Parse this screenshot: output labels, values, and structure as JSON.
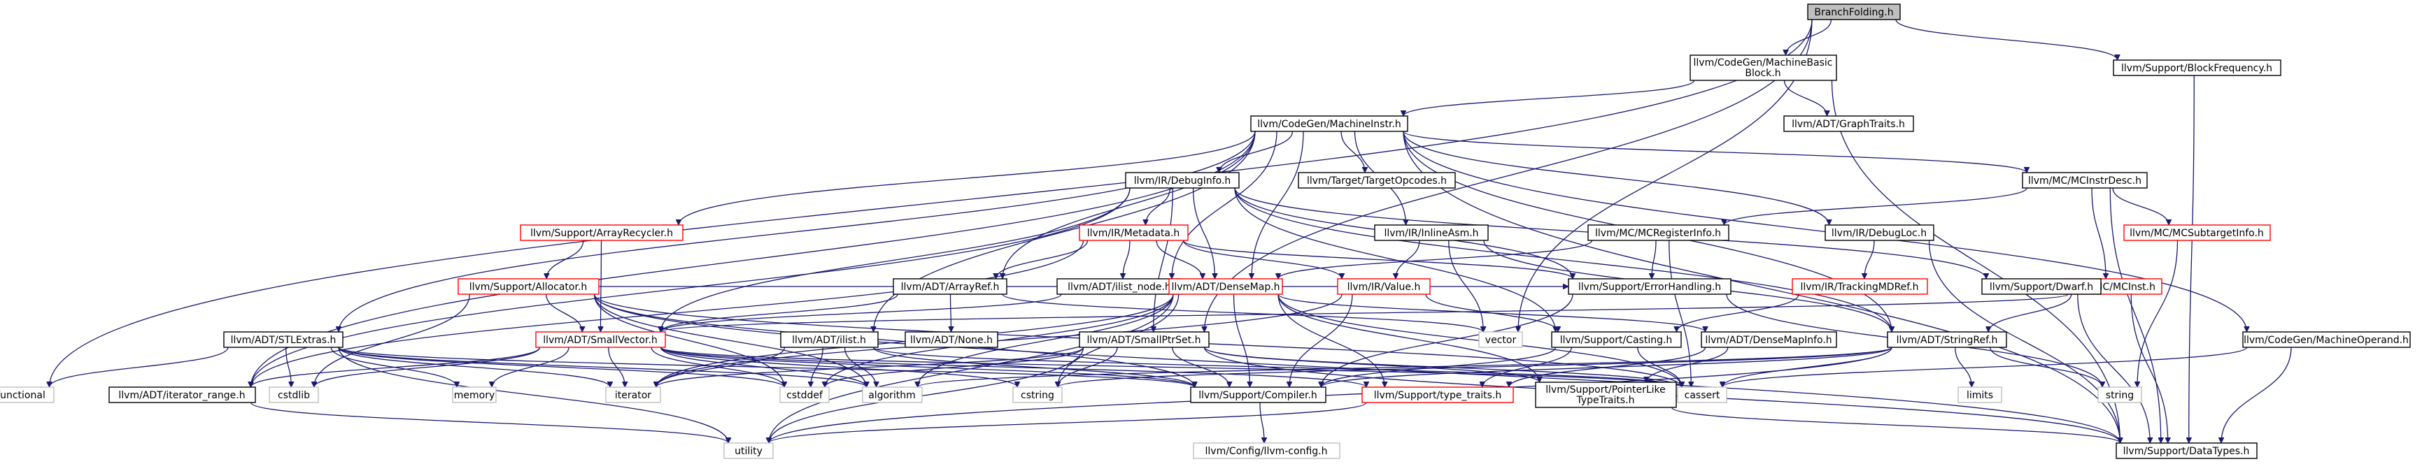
{
  "nodes": [
    {
      "id": "bf",
      "label": "BranchFolding.h",
      "style": "root"
    },
    {
      "id": "mbb",
      "label": "llvm/CodeGen/MachineBasic\nBlock.h",
      "style": "normal"
    },
    {
      "id": "bfreq",
      "label": "llvm/Support/BlockFrequency.h",
      "style": "normal"
    },
    {
      "id": "functional",
      "label": "functional",
      "style": "grey"
    },
    {
      "id": "mi",
      "label": "llvm/CodeGen/MachineInstr.h",
      "style": "normal"
    },
    {
      "id": "graphtraits",
      "label": "llvm/ADT/GraphTraits.h",
      "style": "normal"
    },
    {
      "id": "arrayrecycler",
      "label": "llvm/Support/ArrayRecycler.h",
      "style": "red"
    },
    {
      "id": "debuginfo",
      "label": "llvm/IR/DebugInfo.h",
      "style": "normal"
    },
    {
      "id": "targetopcodes",
      "label": "llvm/Target/TargetOpcodes.h",
      "style": "normal"
    },
    {
      "id": "inlineasm",
      "label": "llvm/IR/InlineAsm.h",
      "style": "normal"
    },
    {
      "id": "debugloc",
      "label": "llvm/IR/DebugLoc.h",
      "style": "normal"
    },
    {
      "id": "mcinstrdesc",
      "label": "llvm/MC/MCInstrDesc.h",
      "style": "normal"
    },
    {
      "id": "machineoperand",
      "label": "llvm/CodeGen/MachineOperand.h",
      "style": "normal"
    },
    {
      "id": "allocator",
      "label": "llvm/Support/Allocator.h",
      "style": "red"
    },
    {
      "id": "metadata",
      "label": "llvm/IR/Metadata.h",
      "style": "red"
    },
    {
      "id": "mcreginfo",
      "label": "llvm/MC/MCRegisterInfo.h",
      "style": "normal"
    },
    {
      "id": "trackingmdref",
      "label": "llvm/IR/TrackingMDRef.h",
      "style": "red"
    },
    {
      "id": "mcsubtarget",
      "label": "llvm/MC/MCSubtargetInfo.h",
      "style": "red"
    },
    {
      "id": "mcinst",
      "label": "llvm/MC/MCInst.h",
      "style": "red"
    },
    {
      "id": "stlextras",
      "label": "llvm/ADT/STLExtras.h",
      "style": "normal"
    },
    {
      "id": "arrayref",
      "label": "llvm/ADT/ArrayRef.h",
      "style": "normal"
    },
    {
      "id": "ilistnode",
      "label": "llvm/ADT/ilist_node.h",
      "style": "normal"
    },
    {
      "id": "densemap",
      "label": "llvm/ADT/DenseMap.h",
      "style": "red"
    },
    {
      "id": "value",
      "label": "llvm/IR/Value.h",
      "style": "red"
    },
    {
      "id": "errorhandling",
      "label": "llvm/Support/ErrorHandling.h",
      "style": "normal"
    },
    {
      "id": "ilist",
      "label": "llvm/ADT/ilist.h",
      "style": "normal"
    },
    {
      "id": "none",
      "label": "llvm/ADT/None.h",
      "style": "normal"
    },
    {
      "id": "smallvector",
      "label": "llvm/ADT/SmallVector.h",
      "style": "red"
    },
    {
      "id": "smallptrset",
      "label": "llvm/ADT/SmallPtrSet.h",
      "style": "normal"
    },
    {
      "id": "casting",
      "label": "llvm/Support/Casting.h",
      "style": "normal"
    },
    {
      "id": "densemapinfo",
      "label": "llvm/ADT/DenseMapInfo.h",
      "style": "normal"
    },
    {
      "id": "stringref",
      "label": "llvm/ADT/StringRef.h",
      "style": "normal"
    },
    {
      "id": "dwarf",
      "label": "llvm/Support/Dwarf.h",
      "style": "normal"
    },
    {
      "id": "vector",
      "label": "vector",
      "style": "grey"
    },
    {
      "id": "iteratorrange",
      "label": "llvm/ADT/iterator_range.h",
      "style": "normal"
    },
    {
      "id": "cstdlib",
      "label": "cstdlib",
      "style": "grey"
    },
    {
      "id": "memory",
      "label": "memory",
      "style": "grey"
    },
    {
      "id": "iterator",
      "label": "iterator",
      "style": "grey"
    },
    {
      "id": "cstddef",
      "label": "cstddef",
      "style": "grey"
    },
    {
      "id": "algorithm",
      "label": "algorithm",
      "style": "grey"
    },
    {
      "id": "cstring",
      "label": "cstring",
      "style": "grey"
    },
    {
      "id": "compiler",
      "label": "llvm/Support/Compiler.h",
      "style": "normal"
    },
    {
      "id": "typetraits",
      "label": "llvm/Support/type_traits.h",
      "style": "red"
    },
    {
      "id": "pointerlike",
      "label": "llvm/Support/PointerLike\nTypeTraits.h",
      "style": "normal"
    },
    {
      "id": "cassert",
      "label": "cassert",
      "style": "grey"
    },
    {
      "id": "limits",
      "label": "limits",
      "style": "grey"
    },
    {
      "id": "string",
      "label": "string",
      "style": "grey"
    },
    {
      "id": "utility",
      "label": "utility",
      "style": "grey"
    },
    {
      "id": "llvmconfig",
      "label": "llvm/Config/llvm-config.h",
      "style": "grey"
    },
    {
      "id": "datatypes",
      "label": "llvm/Support/DataTypes.h",
      "style": "normal"
    }
  ],
  "edges": [
    [
      "bf",
      "mbb"
    ],
    [
      "bf",
      "bfreq"
    ],
    [
      "bf",
      "functional"
    ],
    [
      "bf",
      "smallptrset"
    ],
    [
      "bf",
      "vector"
    ],
    [
      "mbb",
      "mi"
    ],
    [
      "mbb",
      "graphtraits"
    ],
    [
      "mbb",
      "datatypes"
    ],
    [
      "bfreq",
      "datatypes"
    ],
    [
      "mi",
      "arrayrecycler"
    ],
    [
      "mi",
      "debuginfo"
    ],
    [
      "mi",
      "targetopcodes"
    ],
    [
      "mi",
      "inlineasm"
    ],
    [
      "mi",
      "debugloc"
    ],
    [
      "mi",
      "mcinstrdesc"
    ],
    [
      "mi",
      "machineoperand"
    ],
    [
      "mi",
      "stlextras"
    ],
    [
      "mi",
      "arrayref"
    ],
    [
      "mi",
      "ilistnode"
    ],
    [
      "mi",
      "densemap"
    ],
    [
      "mi",
      "ilist"
    ],
    [
      "mi",
      "stringref"
    ],
    [
      "mi",
      "iteratorrange"
    ],
    [
      "mi",
      "datatypes"
    ],
    [
      "debuginfo",
      "metadata"
    ],
    [
      "debuginfo",
      "densemap"
    ],
    [
      "debuginfo",
      "smallptrset"
    ],
    [
      "debuginfo",
      "smallvector"
    ],
    [
      "debuginfo",
      "errorhandling"
    ],
    [
      "debuginfo",
      "casting"
    ],
    [
      "debuginfo",
      "stringref"
    ],
    [
      "debuginfo",
      "dwarf"
    ],
    [
      "debuginfo",
      "iteratorrange"
    ],
    [
      "inlineasm",
      "value"
    ],
    [
      "inlineasm",
      "stringref"
    ],
    [
      "inlineasm",
      "vector"
    ],
    [
      "debugloc",
      "trackingmdref"
    ],
    [
      "debugloc",
      "datatypes"
    ],
    [
      "mcinstrdesc",
      "mcreginfo"
    ],
    [
      "mcinstrdesc",
      "mcsubtarget"
    ],
    [
      "mcinstrdesc",
      "mcinst"
    ],
    [
      "mcinstrdesc",
      "datatypes"
    ],
    [
      "machineoperand",
      "cassert"
    ],
    [
      "machineoperand",
      "datatypes"
    ],
    [
      "arrayrecycler",
      "allocator"
    ],
    [
      "arrayrecycler",
      "smallvector"
    ],
    [
      "allocator",
      "smallvector"
    ],
    [
      "allocator",
      "errorhandling"
    ],
    [
      "allocator",
      "compiler"
    ],
    [
      "allocator",
      "datatypes"
    ],
    [
      "allocator",
      "cstddef"
    ],
    [
      "allocator",
      "cstdlib"
    ],
    [
      "allocator",
      "algorithm"
    ],
    [
      "allocator",
      "cassert"
    ],
    [
      "metadata",
      "arrayref"
    ],
    [
      "metadata",
      "densemap"
    ],
    [
      "metadata",
      "ilistnode"
    ],
    [
      "metadata",
      "value"
    ],
    [
      "metadata",
      "errorhandling"
    ],
    [
      "metadata",
      "iteratorrange"
    ],
    [
      "mcreginfo",
      "densemap"
    ],
    [
      "mcreginfo",
      "errorhandling"
    ],
    [
      "mcreginfo",
      "cassert"
    ],
    [
      "trackingmdref",
      "casting"
    ],
    [
      "mcsubtarget",
      "string"
    ],
    [
      "mcinst",
      "stringref"
    ],
    [
      "mcinst",
      "smallvector"
    ],
    [
      "mcinst",
      "datatypes"
    ],
    [
      "stlextras",
      "compiler"
    ],
    [
      "stlextras",
      "functional"
    ],
    [
      "stlextras",
      "cstdlib"
    ],
    [
      "stlextras",
      "cstddef"
    ],
    [
      "stlextras",
      "iterator"
    ],
    [
      "stlextras",
      "memory"
    ],
    [
      "stlextras",
      "utility"
    ],
    [
      "stlextras",
      "algorithm"
    ],
    [
      "arrayref",
      "none"
    ],
    [
      "arrayref",
      "smallvector"
    ],
    [
      "arrayref",
      "vector"
    ],
    [
      "ilistnode",
      "smallvector"
    ],
    [
      "densemap",
      "densemapinfo"
    ],
    [
      "densemap",
      "compiler"
    ],
    [
      "densemap",
      "typetraits"
    ],
    [
      "densemap",
      "pointerlike"
    ],
    [
      "densemap",
      "algorithm"
    ],
    [
      "densemap",
      "cassert"
    ],
    [
      "densemap",
      "cstddef"
    ],
    [
      "densemap",
      "iterator"
    ],
    [
      "densemap",
      "cstring"
    ],
    [
      "densemap",
      "utility"
    ],
    [
      "value",
      "casting"
    ],
    [
      "value",
      "compiler"
    ],
    [
      "value",
      "iterator"
    ],
    [
      "errorhandling",
      "compiler"
    ],
    [
      "errorhandling",
      "string"
    ],
    [
      "ilist",
      "compiler"
    ],
    [
      "ilist",
      "algorithm"
    ],
    [
      "ilist",
      "cassert"
    ],
    [
      "ilist",
      "cstddef"
    ],
    [
      "ilist",
      "iterator"
    ],
    [
      "smallvector",
      "iteratorrange"
    ],
    [
      "smallvector",
      "compiler"
    ],
    [
      "smallvector",
      "typetraits"
    ],
    [
      "smallvector",
      "algorithm"
    ],
    [
      "smallvector",
      "cassert"
    ],
    [
      "smallvector",
      "cstddef"
    ],
    [
      "smallvector",
      "cstdlib"
    ],
    [
      "smallvector",
      "cstring"
    ],
    [
      "smallvector",
      "iterator"
    ],
    [
      "smallvector",
      "memory"
    ],
    [
      "smallptrset",
      "compiler"
    ],
    [
      "smallptrset",
      "datatypes"
    ],
    [
      "smallptrset",
      "pointerlike"
    ],
    [
      "smallptrset",
      "cassert"
    ],
    [
      "smallptrset",
      "cstddef"
    ],
    [
      "smallptrset",
      "cstring"
    ],
    [
      "smallptrset",
      "iterator"
    ],
    [
      "smallptrset",
      "utility"
    ],
    [
      "casting",
      "compiler"
    ],
    [
      "casting",
      "typetraits"
    ],
    [
      "casting",
      "cassert"
    ],
    [
      "densemapinfo",
      "pointerlike"
    ],
    [
      "densemapinfo",
      "typetraits"
    ],
    [
      "stringref",
      "compiler"
    ],
    [
      "stringref",
      "algorithm"
    ],
    [
      "stringref",
      "cassert"
    ],
    [
      "stringref",
      "cstring"
    ],
    [
      "stringref",
      "limits"
    ],
    [
      "stringref",
      "string"
    ],
    [
      "stringref",
      "utility"
    ],
    [
      "dwarf",
      "datatypes"
    ],
    [
      "iteratorrange",
      "utility"
    ],
    [
      "compiler",
      "llvmconfig"
    ],
    [
      "typetraits",
      "utility"
    ],
    [
      "pointerlike",
      "datatypes"
    ]
  ]
}
